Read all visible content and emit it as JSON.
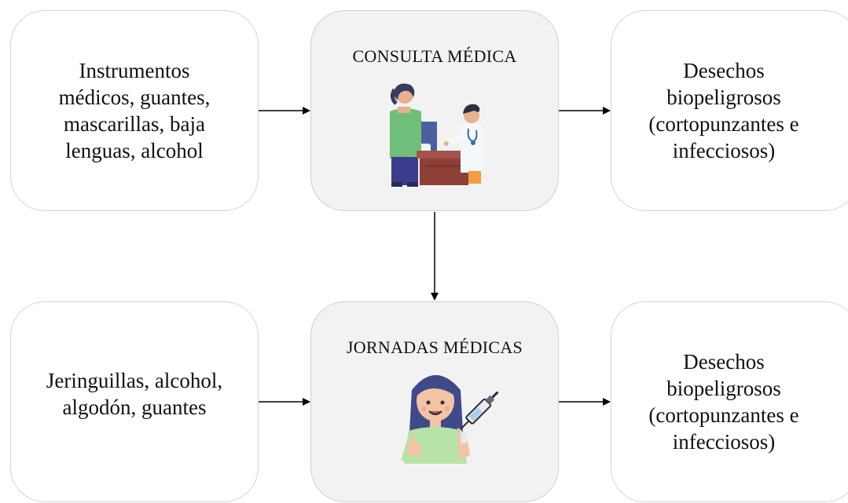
{
  "row1": {
    "inputs": "Instrumentos médicos, guantes, mascarillas, baja lenguas, alcohol",
    "process_title": "CONSULTA MÉDICA",
    "process_icon": "doctor-consultation-icon",
    "outputs": "Desechos biopeligrosos (cortopunzantes e infecciosos)"
  },
  "row2": {
    "inputs": "Jeringuillas, alcohol, algodón, guantes",
    "process_title": "JORNADAS MÉDICAS",
    "process_icon": "vaccination-icon",
    "outputs": "Desechos biopeligrosos (cortopunzantes e infecciosos)"
  },
  "colors": {
    "box_border": "#d4d4d4",
    "process_fill": "#f2f2f2",
    "arrow": "#000000"
  }
}
